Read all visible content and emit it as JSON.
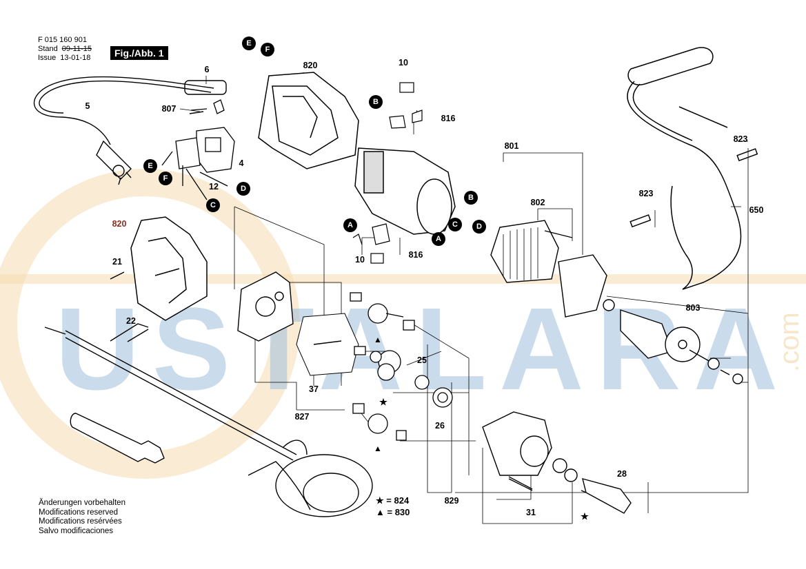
{
  "header": {
    "doc_number": "F 015 160 901",
    "stand_label": "Stand",
    "issue_label": "Issue",
    "stand_date": "09-11-15",
    "issue_date": "13-01-18",
    "figure": "Fig./Abb. 1"
  },
  "notes": [
    "Änderungen vorbehalten",
    "Modifications reserved",
    "Modifications resérvées",
    "Salvo modificaciones"
  ],
  "legend": [
    {
      "symbol": "★",
      "text": "= 824"
    },
    {
      "symbol": "▲",
      "text": "= 830"
    }
  ],
  "callouts": [
    "A",
    "B",
    "C",
    "D",
    "E",
    "F"
  ],
  "part_numbers": [
    "820",
    "6",
    "5",
    "807",
    "10",
    "816",
    "4",
    "12",
    "801",
    "802",
    "823",
    "650",
    "21",
    "22",
    "37",
    "25",
    "26",
    "827",
    "803",
    "28",
    "31",
    "829"
  ],
  "watermark": {
    "text": "USTALARA",
    "suffix": ".com",
    "color_blue": "#9fc0dc",
    "color_orange": "#f6dcb1"
  }
}
